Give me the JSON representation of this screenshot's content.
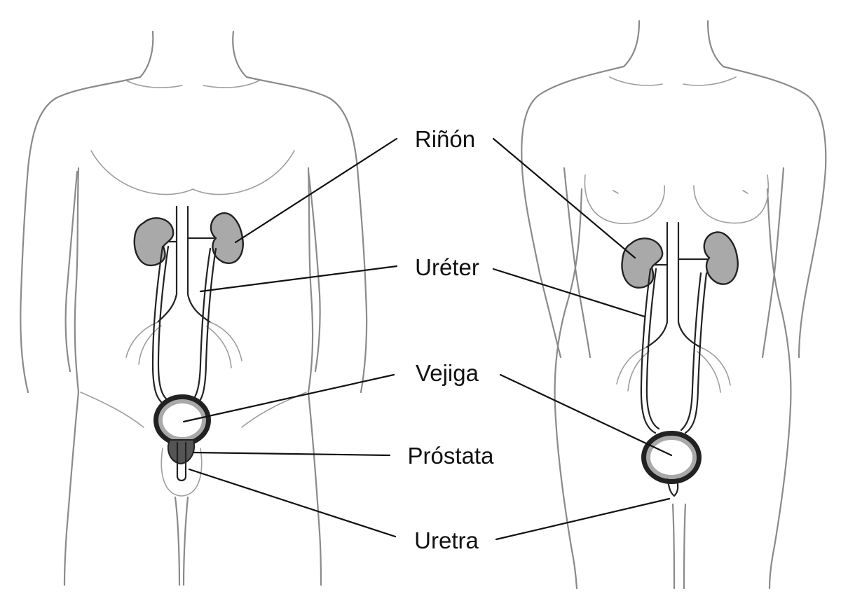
{
  "labels": {
    "kidney": "Riñón",
    "ureter": "Uréter",
    "bladder": "Vejiga",
    "prostate": "Próstata",
    "urethra": "Uretra"
  },
  "colors": {
    "organ_fill": "#a9a9a9",
    "prostate_fill": "#555555",
    "body_outline": "#8a8a8a",
    "line": "#111111"
  }
}
